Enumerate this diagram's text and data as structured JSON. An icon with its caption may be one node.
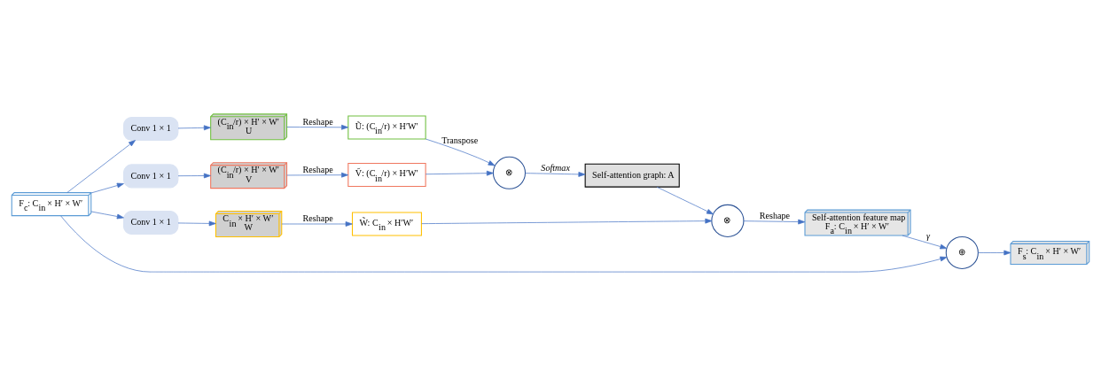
{
  "diagram": {
    "nodes": [
      {
        "text": [
          "F$_{c}$: C$_{in}$ × H′ × W′"
        ]
      },
      {
        "text": [
          "Conv 1 × 1"
        ]
      },
      {
        "text": [
          "Conv 1 × 1"
        ]
      },
      {
        "text": [
          "Conv 1 × 1"
        ]
      },
      {
        "text": [
          "(C$_{in}$/r) × H′ × W′",
          "U"
        ]
      },
      {
        "text": [
          "(C$_{in}$/r) × H′ × W′",
          "V"
        ]
      },
      {
        "text": [
          "C$_{in}$ × H′ × W′",
          "W"
        ]
      },
      {
        "text": [
          "Ũ: (C$_{in}$/r) × H′W′"
        ]
      },
      {
        "text": [
          "Ṽ: (C$_{in}$/r) × H′W′"
        ]
      },
      {
        "text": [
          "W̃: C$_{in}$ × H′W′"
        ]
      },
      {
        "text": [
          "⊗"
        ]
      },
      {
        "text": [
          "Self-attention graph: A"
        ]
      },
      {
        "text": [
          "⊗"
        ]
      },
      {
        "text": [
          "Self-attention feature map",
          "F$_{a}$: C$_{in}$ × H′ × W′"
        ]
      },
      {
        "text": [
          "⊕"
        ]
      },
      {
        "text": [
          "F$_{s}$: C$_{in}$ × H′ × W′"
        ]
      }
    ],
    "edges": [
      {
        "from": 0,
        "to": 1,
        "arrow": "to"
      },
      {
        "from": 0,
        "to": 2,
        "arrow": "to"
      },
      {
        "from": 0,
        "to": 3,
        "arrow": "to"
      },
      {
        "from": 1,
        "to": 4,
        "arrow": "to"
      },
      {
        "from": 2,
        "to": 5,
        "arrow": "to"
      },
      {
        "from": 3,
        "to": 6,
        "arrow": "to"
      },
      {
        "from": 4,
        "to": 7,
        "arrow": "to",
        "label": "Reshape"
      },
      {
        "from": 5,
        "to": 8,
        "arrow": "to",
        "label": "Reshape"
      },
      {
        "from": 6,
        "to": 9,
        "arrow": "to",
        "label": "Reshape"
      },
      {
        "from": 7,
        "to": 10,
        "arrow": "to",
        "label": "Transpose"
      },
      {
        "from": 8,
        "to": 10,
        "arrow": "to"
      },
      {
        "from": 10,
        "to": 11,
        "arrow": "to",
        "label": "Softmax"
      },
      {
        "from": 11,
        "to": 12,
        "arrow": "to"
      },
      {
        "from": 9,
        "to": 12,
        "arrow": "to"
      },
      {
        "from": 12,
        "to": 13,
        "arrow": "to",
        "label": "Reshape"
      },
      {
        "from": 13,
        "to": 14,
        "arrow": "to",
        "label": "γ"
      },
      {
        "from": 14,
        "to": 15,
        "arrow": "to"
      },
      {
        "from": 0,
        "to": 14,
        "arrow": "to"
      }
    ]
  }
}
